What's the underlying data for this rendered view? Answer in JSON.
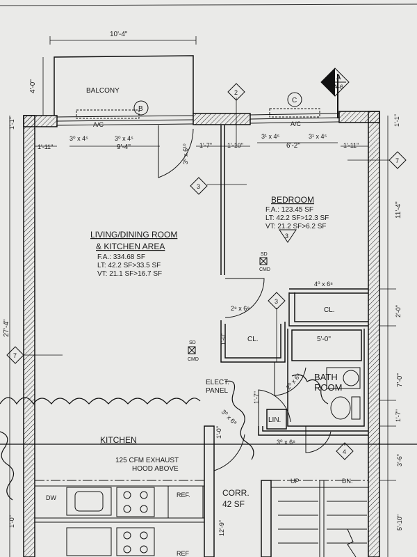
{
  "rooms": {
    "balcony": {
      "name": "BALCONY"
    },
    "living": {
      "name1": "LIVING/DINING ROOM",
      "name2": "& KITCHEN AREA",
      "fa": "F.A.: 334.68 SF",
      "lt": "LT: 42.2 SF>33.5 SF",
      "vt": "VT: 21.1 SF>16.7 SF"
    },
    "bedroom": {
      "name": "BEDROOM",
      "fa": "F.A.: 123.45 SF",
      "lt": "LT: 42.2 SF>12.3 SF",
      "vt": "VT: 21.2 SF>6.2 SF"
    },
    "kitchen": {
      "name": "KITCHEN",
      "note1": "125 CFM EXHAUST",
      "note2": "HOOD ABOVE"
    },
    "closet": {
      "name": "CL."
    },
    "closet2": {
      "name": "CL."
    },
    "bath1": {
      "name": "BATH"
    },
    "bath2": {
      "name": "ROOM"
    },
    "linen": {
      "name": "LIN."
    },
    "elect1": {
      "name": "ELECT."
    },
    "elect2": {
      "name": "PANEL"
    },
    "corr1": {
      "name": "CORR."
    },
    "corr2": {
      "name": "42 SF"
    }
  },
  "appliances": {
    "dw": "DW",
    "ref": "REF.",
    "ref2": "REF"
  },
  "stairs": {
    "up": "UP",
    "dn": "DN."
  },
  "detectors": {
    "sd": "SD",
    "cmd": "CMD"
  },
  "dimensions": {
    "top_width": "10'-4\"",
    "balcony_depth": "4'-0\"",
    "wall_offset": "1'-1\"",
    "left_return": "1'-11\"",
    "bal_win1": "3⁰ x 4⁵",
    "bal_win2": "3⁰ x 4⁵",
    "bal_opening": "9'-4\"",
    "door_3_6_10": "3⁰ x 6¹⁰",
    "pier_a": "1'-7\"",
    "pier_b": "1'-10\"",
    "bed_win1": "3¹ x 4⁵",
    "bed_win2": "3¹ x 4⁵",
    "bed_opening": "6'-2\"",
    "right_return": "1'-11\"",
    "right_top": "1'-1\"",
    "bed_depth": "11'-4\"",
    "overall_depth": "27'-4\"",
    "bed_door": "2⁸ x 6⁸",
    "closet_door": "4⁰ x 6⁸",
    "closet_depth": "2'-0\"",
    "tub": "5'-0\"",
    "bath_depth": "7'-0\"",
    "bath_pier": "1'-7\"",
    "kitchen_dim": "3'-6\"",
    "lower_dim": "5'-10\"",
    "left_low": "1'-0\"",
    "corr_len": "12'-9\"",
    "door_lin": "1'-7\"",
    "door_bath": "2⁰ x 6⁸",
    "door_corr": "3⁰ x 6⁸",
    "door_entry": "3⁰ x 6⁸",
    "small_a": "1'-0\"",
    "small_b": "1'-0\""
  },
  "tags": {
    "grid_b": "B",
    "grid_c": "C",
    "tag_2": "2",
    "tag_3a": "3",
    "tag_3b": "3",
    "tag_3c": "3",
    "tag_4": "4",
    "tag_7a": "7",
    "tag_7b": "7",
    "section_a": "A",
    "section_sheet": "A-6",
    "wall_ac1": "A/C",
    "wall_ac2": "A/C"
  }
}
